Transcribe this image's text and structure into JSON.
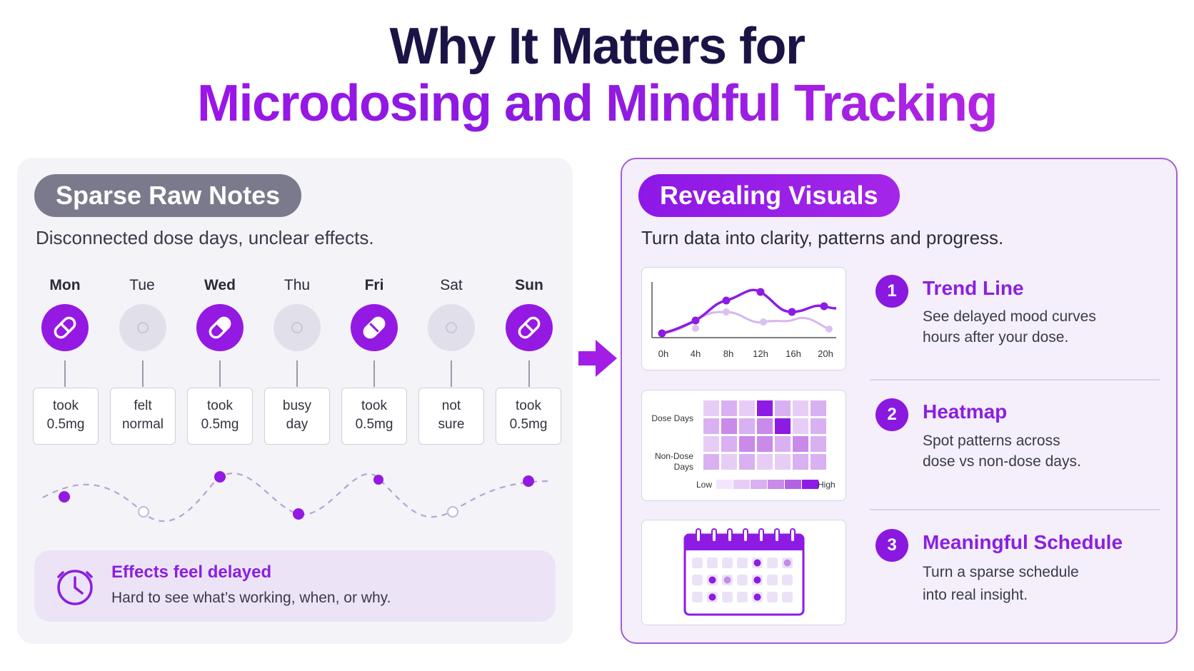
{
  "title": {
    "line1": "Why It Matters for",
    "line2": "Microdosing and Mindful Tracking"
  },
  "left_panel": {
    "badge": "Sparse Raw Notes",
    "subtitle": "Disconnected dose days, unclear effects.",
    "days": [
      {
        "label": "Mon",
        "dose": true,
        "note1": "took",
        "note2": "0.5mg"
      },
      {
        "label": "Tue",
        "dose": false,
        "note1": "felt",
        "note2": "normal"
      },
      {
        "label": "Wed",
        "dose": true,
        "note1": "took",
        "note2": "0.5mg"
      },
      {
        "label": "Thu",
        "dose": false,
        "note1": "busy",
        "note2": "day"
      },
      {
        "label": "Fri",
        "dose": true,
        "note1": "took",
        "note2": "0.5mg"
      },
      {
        "label": "Sat",
        "dose": false,
        "note1": "not",
        "note2": "sure"
      },
      {
        "label": "Sun",
        "dose": true,
        "note1": "took",
        "note2": "0.5mg"
      }
    ],
    "callout": {
      "icon": "clock-icon",
      "title": "Effects feel delayed",
      "text": "Hard to see what’s working, when, or why."
    }
  },
  "right_panel": {
    "badge": "Revealing Visuals",
    "subtitle": "Turn data into clarity, patterns and progress.",
    "features": [
      {
        "num": "1",
        "title": "Trend Line",
        "line1": "See delayed mood curves",
        "line2": "hours after your dose."
      },
      {
        "num": "2",
        "title": "Heatmap",
        "line1": "Spot patterns across",
        "line2": "dose vs non-dose days."
      },
      {
        "num": "3",
        "title": "Meaningful Schedule",
        "line1": "Turn a sparse schedule",
        "line2": "into real insight."
      }
    ],
    "trend_chart": {
      "x_ticks": [
        "0h",
        "4h",
        "8h",
        "12h",
        "16h",
        "20h"
      ]
    },
    "heatmap": {
      "row_label_1": "Dose Days",
      "row_label_2a": "Non-Dose",
      "row_label_2b": "Days",
      "legend_low": "Low",
      "legend_high": "High"
    }
  },
  "colors": {
    "accent": "#9419e2",
    "accent_dark": "#1a1446",
    "muted": "#7a7a8c"
  }
}
